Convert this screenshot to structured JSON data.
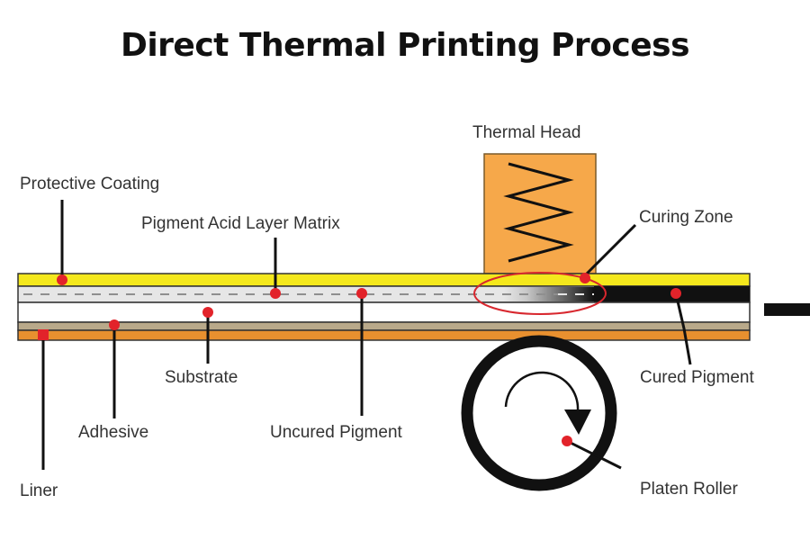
{
  "title": "Direct Thermal Printing Process",
  "labels": {
    "thermal_head": "Thermal Head",
    "protective_coating": "Protective Coating",
    "pigment_acid_layer_matrix": "Pigment Acid Layer Matrix",
    "curing_zone": "Curing Zone",
    "substrate": "Substrate",
    "cured_pigment": "Cured Pigment",
    "adhesive": "Adhesive",
    "uncured_pigment": "Uncured Pigment",
    "liner": "Liner",
    "platen_roller": "Platen Roller"
  },
  "colors": {
    "coating": "#f4e81c",
    "matrix": "#e6e6e6",
    "substrate": "#ffffff",
    "adhesive": "#b9a98a",
    "liner": "#e8902f",
    "thermal_head": "#f6a84a",
    "cured": "#111111",
    "marker": "#e2232a",
    "curing_zone_ring": "#d8272e"
  }
}
